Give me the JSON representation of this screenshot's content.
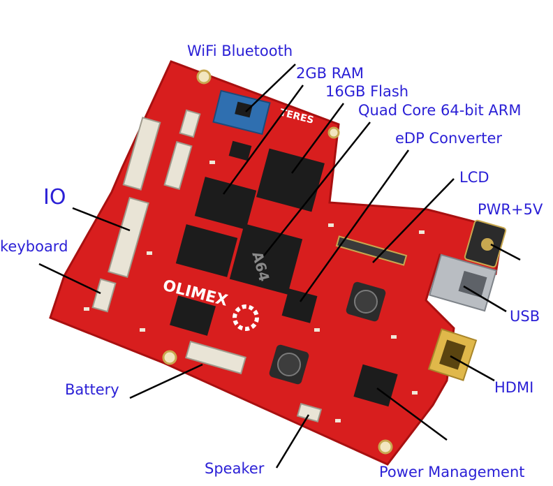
{
  "labels": {
    "wifi": "WiFi Bluetooth",
    "ram": "2GB RAM",
    "flash": "16GB Flash",
    "cpu": "Quad Core 64-bit ARM",
    "edp": "eDP Converter",
    "lcd": "LCD",
    "pwr": "PWR+5V",
    "io": "IO",
    "keyboard": "keyboard",
    "usb": "USB",
    "hdmi": "HDMI",
    "battery": "Battery",
    "speaker": "Speaker",
    "power_mgmt": "Power Management"
  },
  "board": {
    "logo": "OLIMEX",
    "brand_text": "TERES",
    "cpu_marking": "A64"
  },
  "colors": {
    "label": "#2a1fd6",
    "pcb": "#d81e1e",
    "pcb_dark": "#a81010",
    "chip": "#1c1c1c",
    "connector": "#e9e4d6"
  }
}
